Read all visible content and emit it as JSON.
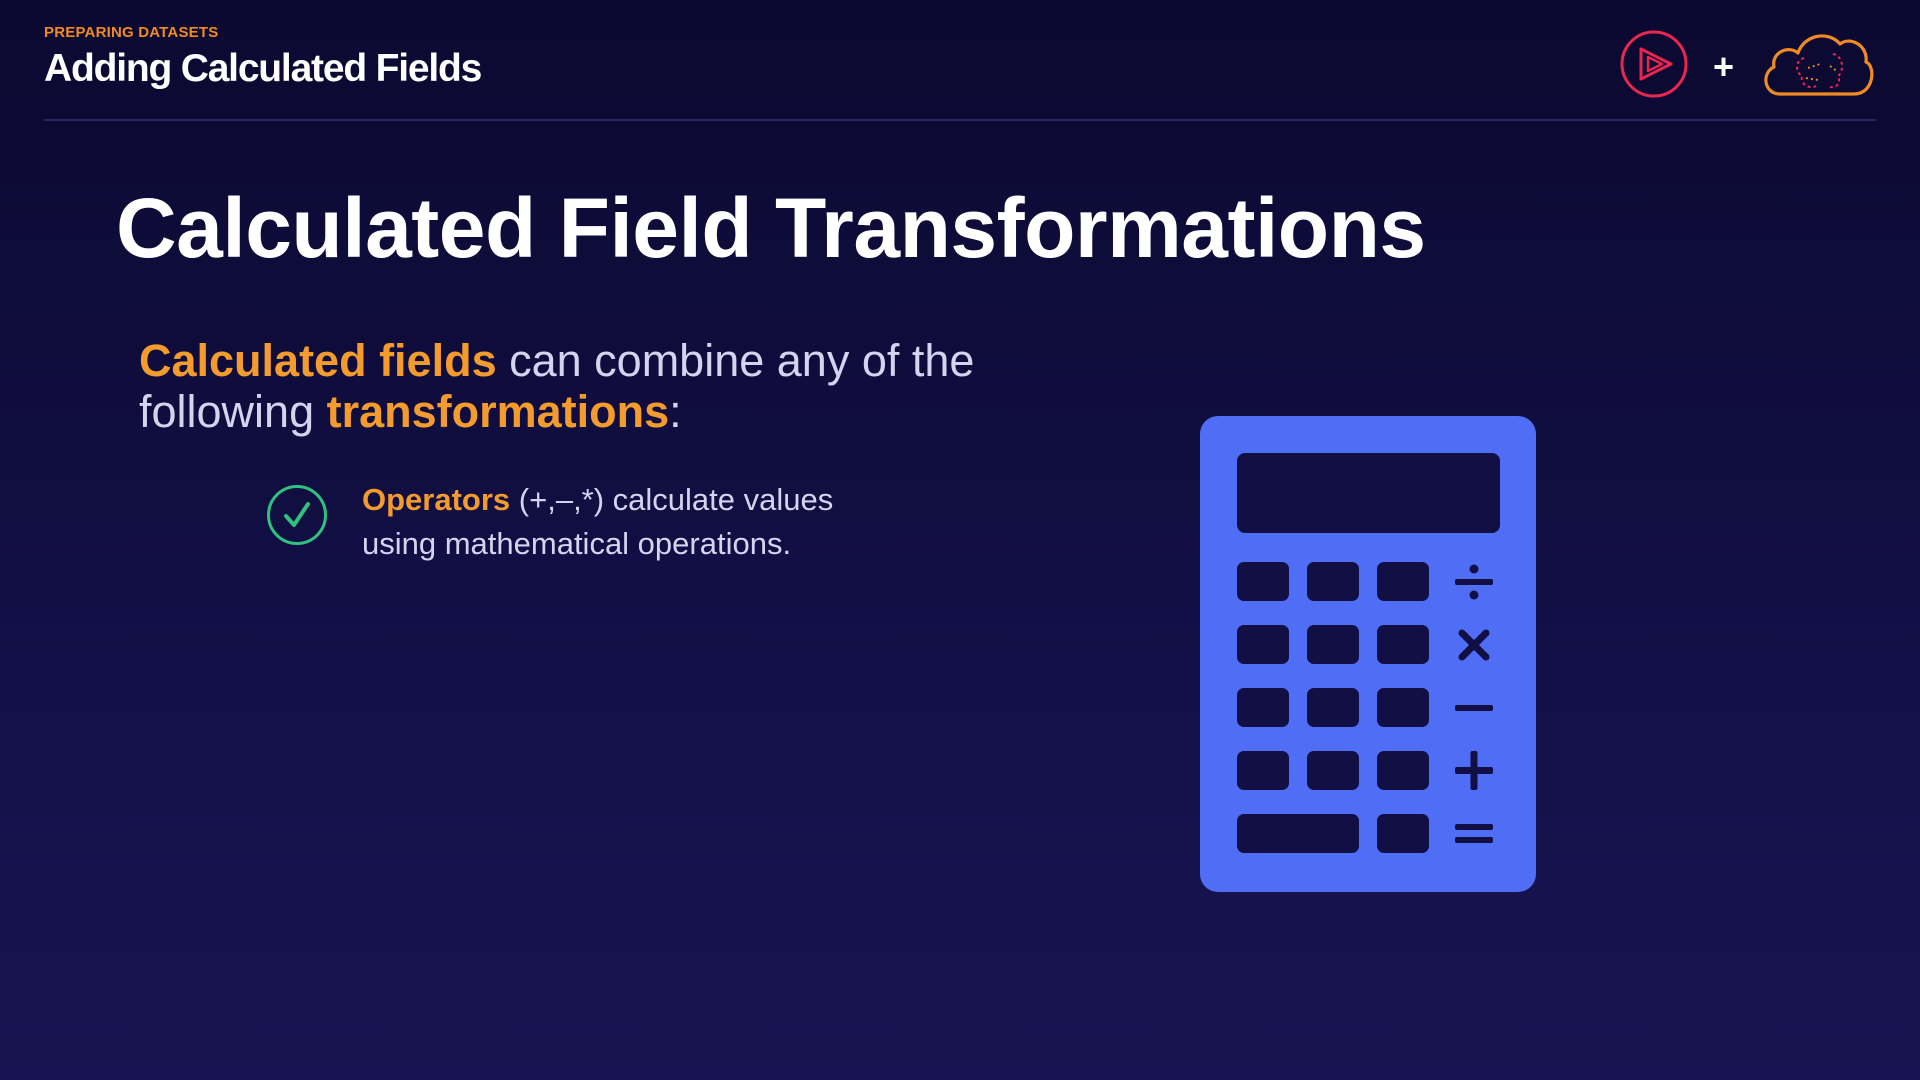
{
  "header": {
    "eyebrow": "PREPARING DATASETS",
    "section_title": "Adding Calculated Fields",
    "brand_plus": "+"
  },
  "slide": {
    "title": "Calculated Field Transformations",
    "intro": {
      "highlight_1": "Calculated fields",
      "text_1": " can combine any of the",
      "text_2": "following ",
      "highlight_2": "transformations",
      "text_3": ":"
    },
    "bullets": [
      {
        "highlight": "Operators",
        "text_1": " (+,–,*) calculate values",
        "text_2": "using mathematical operations."
      }
    ]
  },
  "icons": {
    "brand_left": "play-circle-icon",
    "brand_right": "cloud-brain-icon",
    "bullet": "check-circle-icon",
    "illustration": "calculator-icon",
    "calculator_keys": [
      "divide-icon",
      "multiply-icon",
      "minus-icon",
      "plus-icon",
      "equals-icon"
    ]
  },
  "colors": {
    "background_top": "#0b0930",
    "background_bottom": "#181453",
    "accent_orange": "#f49b2e",
    "eyebrow_orange": "#f08a24",
    "calculator_blue": "#4f6ef5",
    "check_green": "#2ec27e",
    "brand_red": "#e8264f"
  }
}
